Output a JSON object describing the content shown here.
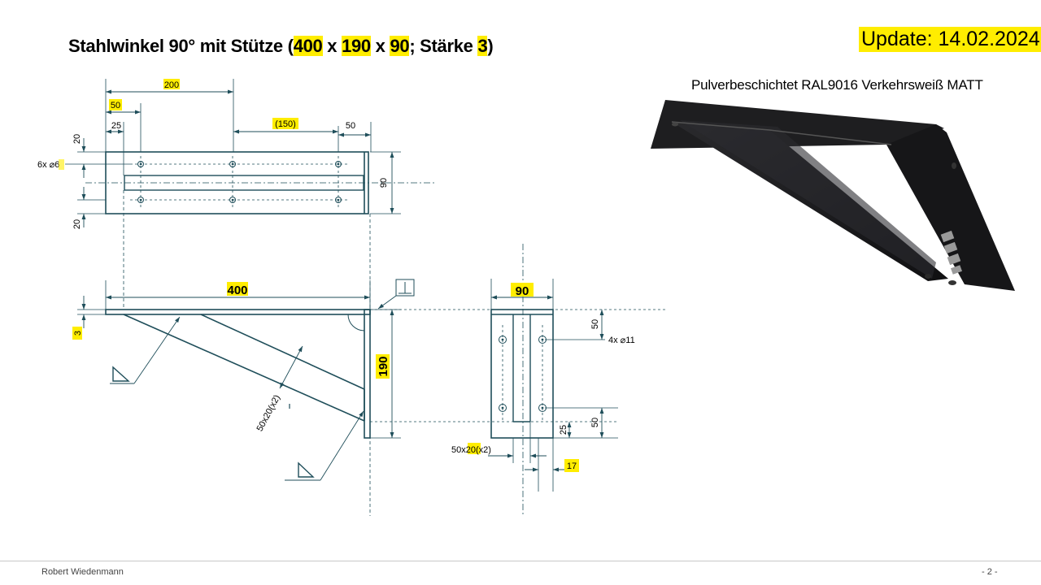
{
  "title": {
    "prefix": "Stahlwinkel 90° mit Stütze (",
    "length": "400",
    "sep1": " x ",
    "height": "190",
    "sep2": " x ",
    "width": "90",
    "mid": "; Stärke ",
    "thickness": "3",
    "suffix": ")"
  },
  "update": "Update: 14.02.2024",
  "coating": "Pulverbeschichtet RAL9016 Verkehrsweiß MATT",
  "top_view": {
    "dim_200": "200",
    "dim_50": "50",
    "dim_25": "25",
    "dim_150": "(150)",
    "dim_50_right": "50",
    "dim_20_top": "20",
    "dim_20_bottom": "20",
    "holes_prefix": "6x ⌀",
    "holes_size": "6",
    "dim_90": "90"
  },
  "side_view": {
    "dim_400": "400",
    "dim_190": "190",
    "dim_3": "3",
    "strut_prefix": "50x",
    "strut_mid": "20",
    "strut_suffix": "(x2)",
    "perp_symbol": "⊥"
  },
  "front_view": {
    "dim_90": "90",
    "dim_50_top": "50",
    "dim_50_bottom": "50",
    "dim_25": "25",
    "holes_label": "4x ⌀11",
    "strut_prefix": "50x",
    "strut_mid": "20",
    "strut_suffix": "(x2)",
    "dim_17": "17"
  },
  "colors": {
    "line": "#1f4e5a",
    "highlight": "#ffed00",
    "product": "#1c1c1e"
  },
  "footer": {
    "author": "Robert Wiedenmann",
    "page": "- 2 -"
  }
}
